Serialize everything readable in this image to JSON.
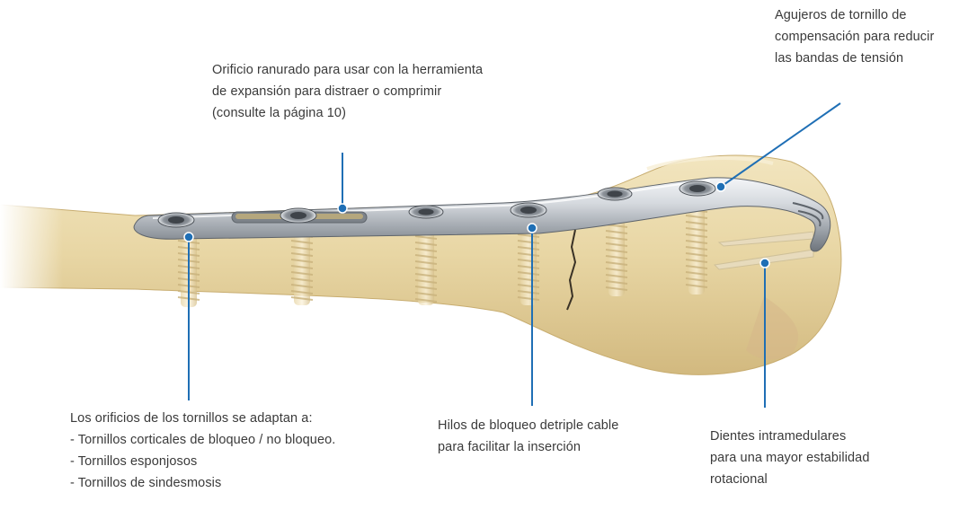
{
  "callouts": {
    "slot": {
      "lines": [
        "Orificio ranurado para usar con la herramienta",
        "de expansión para distraer o comprimir",
        "(consulte la página 10)"
      ]
    },
    "compensation": {
      "lines": [
        "Agujeros de tornillo de",
        "compensación para reducir",
        "las bandas de tensión"
      ]
    },
    "screw_holes": {
      "lines": [
        "Los orificios de los tornillos se adaptan a:",
        "- Tornillos corticales de bloqueo / no bloqueo.",
        "- Tornillos esponjosos",
        "- Tornillos de sindesmosis"
      ]
    },
    "threads": {
      "lines": [
        "Hilos de bloqueo detriple cable",
        "para facilitar la inserción"
      ]
    },
    "teeth": {
      "lines": [
        "Dientes intramedulares",
        "para una mayor estabilidad",
        "rotacional"
      ]
    }
  },
  "colors": {
    "leader": "#1f6fb5",
    "bone": "#ead9ab",
    "bone_shadow": "#cdb37a",
    "plate": "#c9cdd2",
    "text": "#3a3a3a"
  }
}
